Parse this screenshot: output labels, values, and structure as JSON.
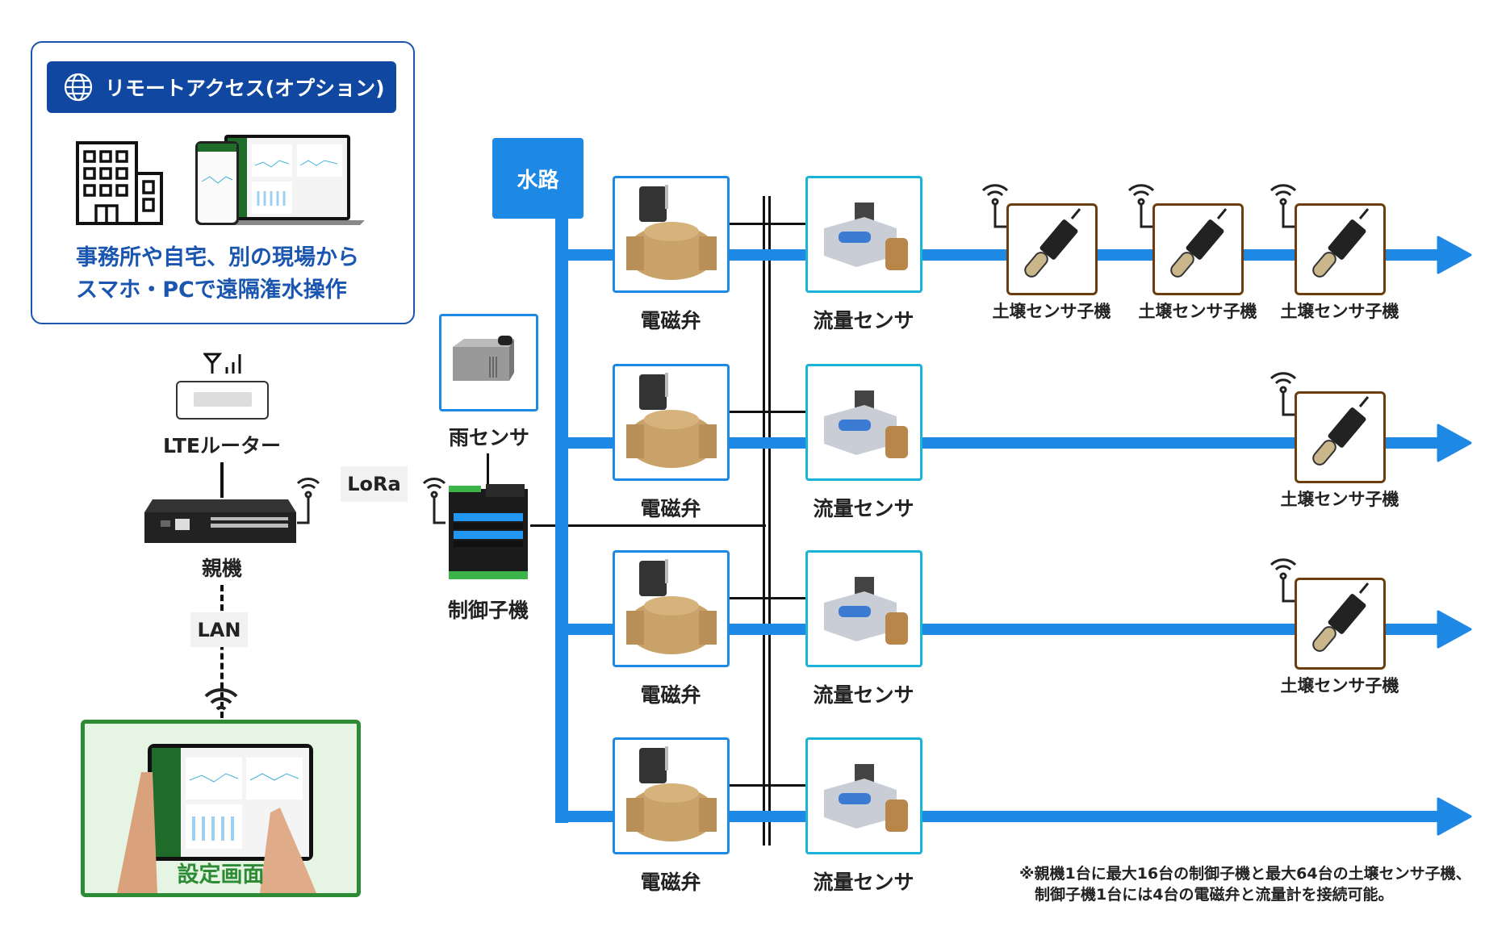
{
  "remote_access": {
    "title": "リモートアクセス(オプション)",
    "icon": "globe-icon",
    "line1": "事務所や自宅、別の現場から",
    "line2": "スマホ・PCで遠隔潅水操作"
  },
  "waterway": "水路",
  "lte_router": "LTEルーター",
  "parent_unit": "親機",
  "lan": "LAN",
  "lora": "LoRa",
  "rain_sensor": "雨センサ",
  "controller": "制御子機",
  "settings_screen": "設定画面",
  "rows": [
    {
      "valve": "電磁弁",
      "flow": "流量センサ",
      "soil": [
        "土壌センサ子機",
        "土壌センサ子機",
        "土壌センサ子機"
      ]
    },
    {
      "valve": "電磁弁",
      "flow": "流量センサ",
      "soil": [
        "土壌センサ子機"
      ]
    },
    {
      "valve": "電磁弁",
      "flow": "流量センサ",
      "soil": [
        "土壌センサ子機"
      ]
    },
    {
      "valve": "電磁弁",
      "flow": "流量センサ",
      "soil": []
    }
  ],
  "note": "※親機1台に最大16台の制御子機と最大64台の土壌センサ子機、\n　制御子機1台には4台の電磁弁と流量計を接続可能。",
  "colors": {
    "pipe": "#1e88e5",
    "header": "#0f47a1",
    "text_blue": "#1a56b0",
    "flow_border": "#1ab4d8",
    "soil_border": "#6b3e0f",
    "settings_border": "#2e8b35"
  }
}
